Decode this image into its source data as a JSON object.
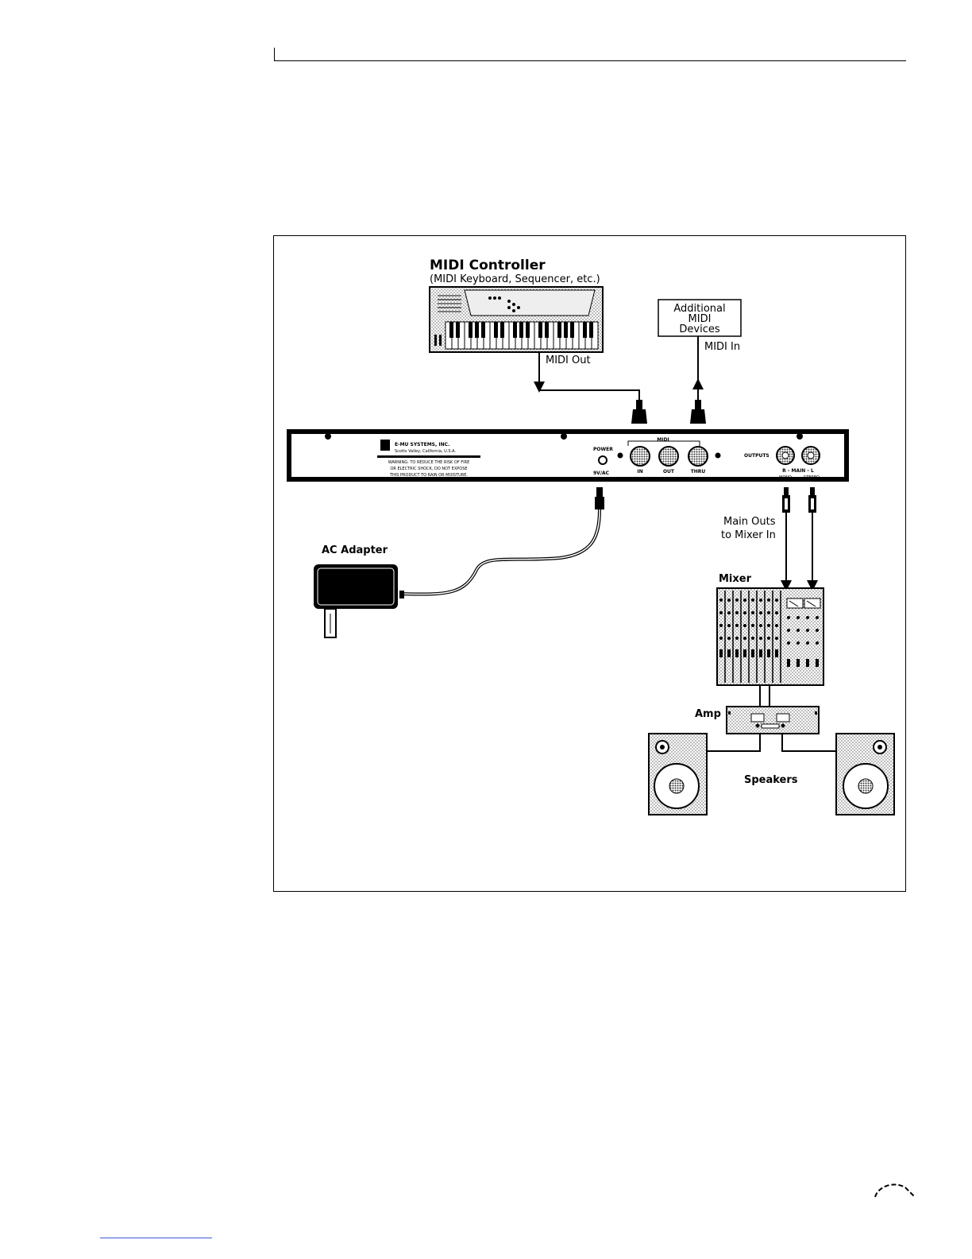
{
  "figure": {
    "midi_controller": {
      "title": "MIDI Controller",
      "subtitle": "(MIDI Keyboard, Sequencer, etc.)"
    },
    "additional_devices": {
      "line1": "Additional",
      "line2": "MIDI",
      "line3": "Devices"
    },
    "labels": {
      "midi_out": "MIDI Out",
      "midi_in": "MIDI In",
      "main_outs_line1": "Main Outs",
      "main_outs_line2": "to Mixer In",
      "ac_adapter": "AC Adapter",
      "mixer": "Mixer",
      "amp": "Amp",
      "speakers": "Speakers"
    },
    "rear_panel": {
      "brand": "E-MU SYSTEMS, INC.",
      "address": "Scotts Valley, California, U.S.A.",
      "warning_line1": "WARNING: TO REDUCE THE RISK OF FIRE",
      "warning_line2": "OR ELECTRIC SHOCK, DO NOT EXPOSE",
      "warning_line3": "THIS PRODUCT TO RAIN OR MOISTURE.",
      "power": "POWER",
      "power_spec": "9V/AC",
      "midi": "MIDI",
      "in": "IN",
      "out": "OUT",
      "thru": "THRU",
      "outputs": "OUTPUTS",
      "out_r": "R - MAIN - L",
      "mono": "MONO",
      "stereo": "STEREO"
    }
  }
}
